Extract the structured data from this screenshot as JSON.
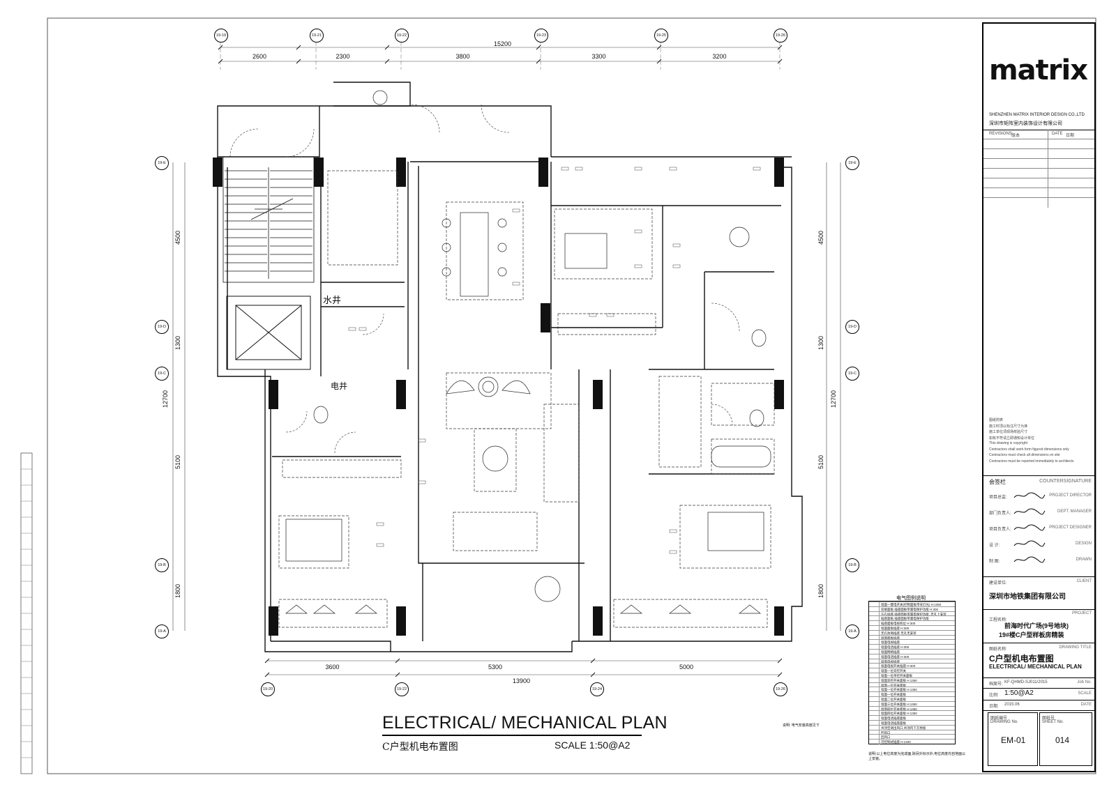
{
  "dimensions_top": {
    "total": "15200",
    "segments": [
      "2600",
      "2300",
      "3800",
      "3300",
      "3200"
    ]
  },
  "dimensions_bottom": {
    "total": "13900",
    "segments": [
      "3600",
      "5300",
      "5000"
    ]
  },
  "dimensions_side": [
    "4500",
    "1300",
    "5100",
    "1800"
  ],
  "dimension_side_total": "12700",
  "grid_top": [
    "19-19",
    "19-21",
    "19-22",
    "19-23",
    "19-25",
    "19-26"
  ],
  "grid_bottom": [
    "19-20",
    "19-22",
    "19-24",
    "19-26"
  ],
  "grid_side": [
    "19-E",
    "19-D",
    "19-C",
    "19-B",
    "19-A"
  ],
  "room_labels": {
    "water_well": "水井",
    "electric_well": "电井"
  },
  "drawing": {
    "title_en": "ELECTRICAL/ MECHANICAL PLAN",
    "title_cn": "C户型机电布置图",
    "scale": "SCALE 1:50@A2"
  },
  "legend": {
    "title": "电气图例说明",
    "rows": [
      "墙面一键电开关(控制面板带背灯光) H:1350",
      "双联面板,插座面板带漏电保护功能 H:300",
      "五孔插座,插座面板带漏电保护功能 ,无孔上安装",
      "插座面板,插座面板带漏电保护功能",
      "插座面板电视机位 H:300",
      "墙面面板插座 H:300",
      "无孔防溅插座 无孔无安装",
      "墙面面板插座",
      "墙面电视插座",
      "墙面电话插座 H:300",
      "墙面网络插座",
      "墙面电话插座 H:300",
      "墙面电视插座",
      "墙面电视开关插座 H:300",
      "墙面一位双控开关",
      "墙面一位单控开关面板",
      "墙面双控开关面板 H:1350",
      "墙面一位开关面板",
      "墙面一位开关面板 H:1350",
      "墙面一位开关面板",
      "墙面二位开关面板",
      "墙面三位开关面板 H:1350",
      "墙面四位开关面板 H:1350",
      "墙面四位开关面板 H:1350",
      "墙面电话插座面板",
      "墙面电话插座面板",
      "吊顶空调出风口,吊顶内下方预留",
      "回风口",
      "回风口",
      "可控制式插座 H:1400"
    ],
    "note_install": "说明: 电气安装高度见下",
    "note_bottom": "说明:以上电位高度为完成面,除另外标示外,电位高度均自地面以上安装。"
  },
  "title_block": {
    "logo": "matrix",
    "company_en": "SHENZHEN MATRIX INTERIOR DESIGN CO.,LTD",
    "company_cn": "深圳市矩阵室内装饰设计有限公司",
    "revisions_label": "REVISIONS",
    "revisions_cn": "版本",
    "date_label": "DATE",
    "date_cn": "日期",
    "notes": [
      "图纸附表",
      "施工时须以标注尺寸为准",
      "施工单位须现场校验尺寸",
      "如有不符请立即通知设计单位",
      "This drawing is copyright",
      "Contractors shall work form figured dimensions only",
      "Contractors must check all dimensions on site",
      "Contractors must be reported immediately to architects"
    ],
    "countersign_cn": "会签栏",
    "countersign_en": "COUNTERSIGNATURE",
    "roles": [
      {
        "cn": "项目总监:",
        "en": "PROJECT DIRECTOR"
      },
      {
        "cn": "部门负责人:",
        "en": "DEPT. MANAGER"
      },
      {
        "cn": "项目负责人:",
        "en": "PROJECT DESIGNER"
      },
      {
        "cn": "设  计:",
        "en": "DESIGN"
      },
      {
        "cn": "制  图:",
        "en": "DRAWN"
      }
    ],
    "client_cn": "建设单位:",
    "client_en": "CLIENT",
    "client_name": "深圳市地铁集团有限公司",
    "project_cn": "工程名称:",
    "project_en": "PROJECT",
    "project_line1": "前海时代广场(9号地块)",
    "project_line2": "19#楼C户型样板房精装",
    "drawing_title_cn": "图纸名称:",
    "drawing_title_en": "DRAWING TITLE",
    "drawing_title_1": "C户型机电布置图",
    "drawing_title_2": "ELECTRICAL/ MECHANICAL PLAN",
    "job_cn": "档案号:",
    "job_value": "KF-QHMD-SJ011/2015",
    "job_en": "Job No.",
    "scale_cn": "比例:",
    "scale_value": "1:50@A2",
    "scale_en": "SCALE",
    "date_row_cn": "日期:",
    "date_value": "2015.06",
    "date_row_en": "DATE",
    "drawing_no_cn": "图纸编号",
    "drawing_no_en": "DRAWING No.",
    "drawing_no": "EM-01",
    "sheet_no_cn": "图纸号",
    "sheet_no_en": "SHEET No.",
    "sheet_no": "014"
  }
}
